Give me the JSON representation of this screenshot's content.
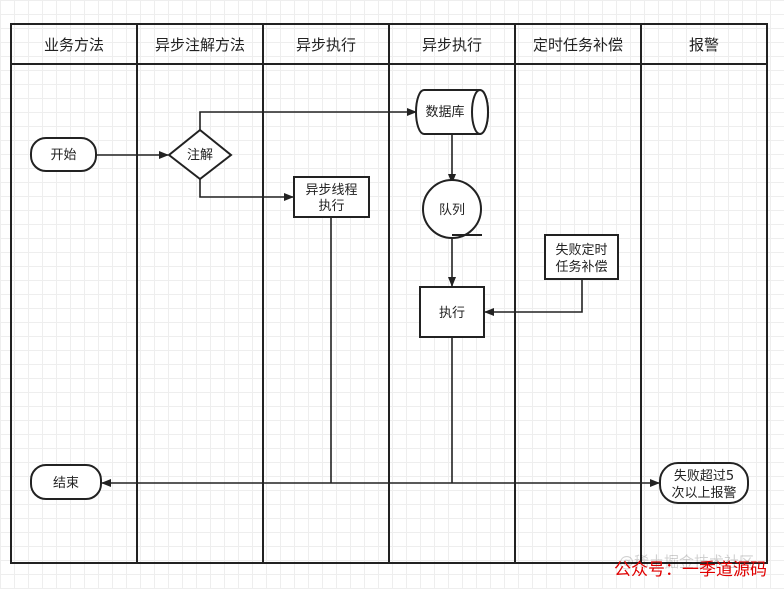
{
  "lanes": [
    {
      "label": "业务方法"
    },
    {
      "label": "异步注解方法"
    },
    {
      "label": "异步执行"
    },
    {
      "label": "异步执行"
    },
    {
      "label": "定时任务补偿"
    },
    {
      "label": "报警"
    }
  ],
  "nodes": {
    "start": "开始",
    "annotation": "注解",
    "database": "数据库",
    "async_thread": [
      "异步线程",
      "执行"
    ],
    "queue": "队列",
    "execute": "执行",
    "retry_job": [
      "失败定时",
      "任务补偿"
    ],
    "end": "结束",
    "alarm": [
      "失败超过5",
      "次以上报警"
    ]
  },
  "watermark": {
    "faint": "@稀土掘金技术社区",
    "text": "公众号：一季道源码",
    "color": "#e00000"
  },
  "colors": {
    "line": "#222222",
    "grid": "#eeeeee"
  }
}
